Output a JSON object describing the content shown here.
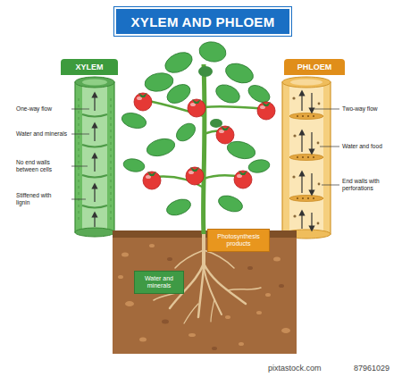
{
  "diagram": {
    "title": "XYLEM AND PHLOEM",
    "nodes": [
      {
        "text": [
          "XYLEM"
        ]
      },
      {
        "text": [
          "PHLOEM"
        ]
      },
      {
        "text": [
          "Photosynthesis products"
        ]
      },
      {
        "text": [
          "Water and minerals"
        ]
      }
    ],
    "labels": [
      "One-way flow",
      "Water and minerals",
      "No end walls between cells",
      "Stiffened with lignin",
      "Two-way flow",
      "Water and food",
      "End walls with perforations",
      "pixtastock.com",
      "87961029"
    ]
  }
}
